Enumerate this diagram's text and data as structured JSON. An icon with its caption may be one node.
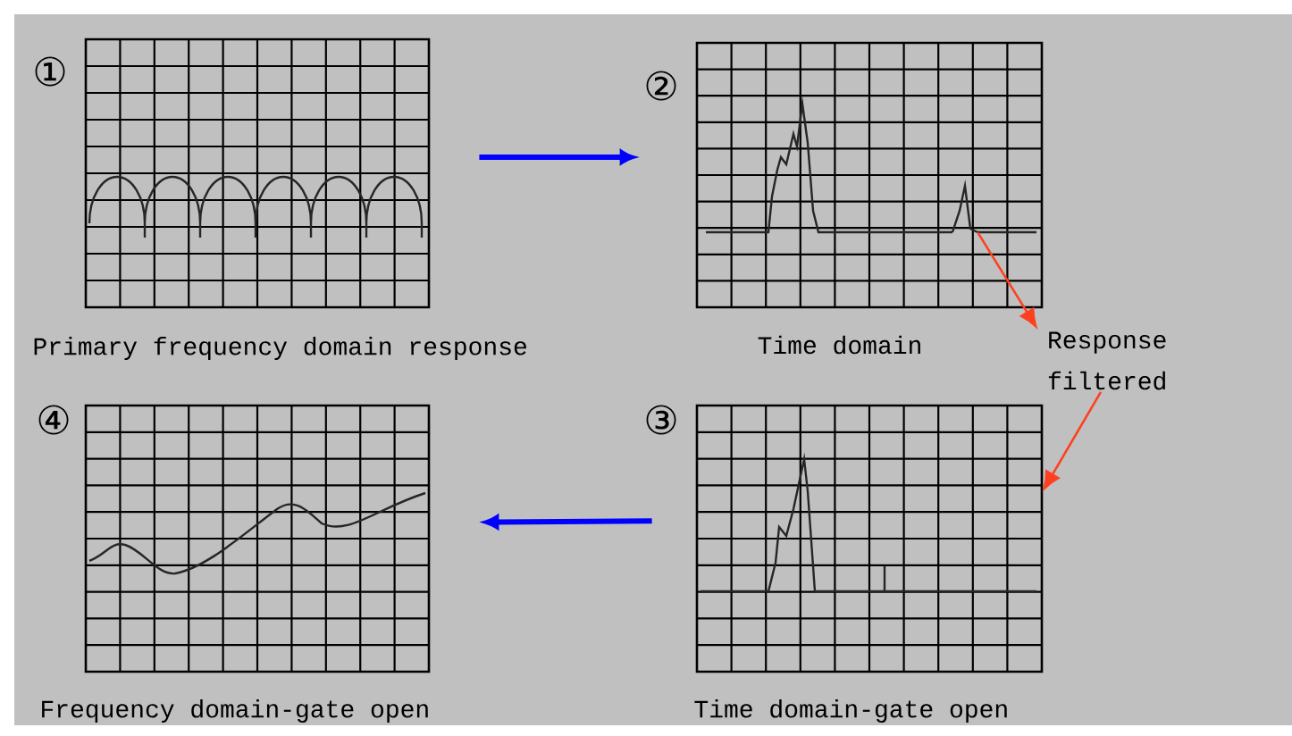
{
  "diagram": {
    "nodes": [
      {
        "text": [
          "①",
          "Primary frequency domain response"
        ]
      },
      {
        "text": [
          "②",
          "Time domain"
        ]
      },
      {
        "text": [
          "③",
          "Time domain-gate open"
        ]
      },
      {
        "text": [
          "④",
          "Frequency domain-gate open"
        ]
      },
      {
        "text": [
          "Response filtered"
        ]
      },
      {
        "text": [],
        "shape": "spike",
        "in": 1
      }
    ],
    "edges": [
      {
        "from": 0,
        "to": 1,
        "arrow": "to",
        "style": "thick",
        "color": "#0000ff"
      },
      {
        "from": 2,
        "to": 3,
        "arrow": "to",
        "style": "thick",
        "color": "#0000ff"
      },
      {
        "from": 5,
        "to": 4,
        "arrow": "to",
        "color": "#ff4020"
      },
      {
        "from": 4,
        "to": 2,
        "arrow": "to",
        "color": "#ff4020"
      }
    ]
  }
}
